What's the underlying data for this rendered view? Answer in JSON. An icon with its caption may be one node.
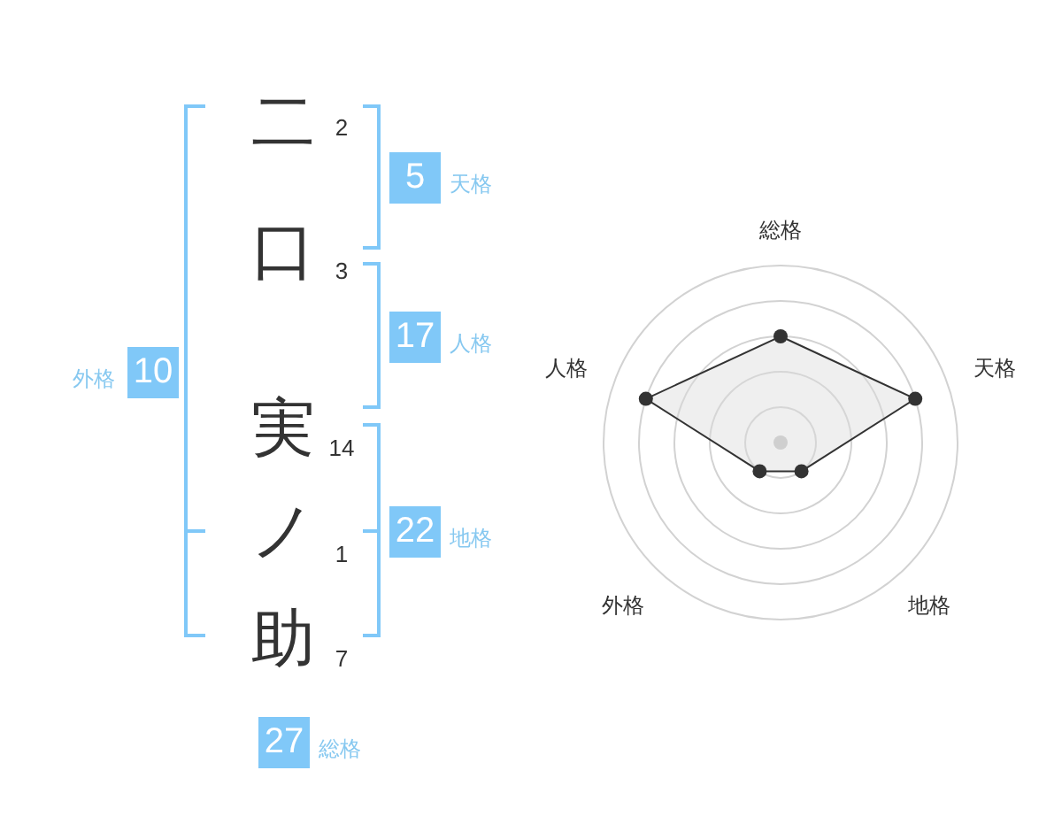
{
  "diagram": {
    "nodes": [
      {
        "text": [
          "二"
        ],
        "beside": [
          "2"
        ]
      },
      {
        "text": [
          "口"
        ],
        "beside": [
          "3"
        ]
      },
      {
        "text": [
          "実"
        ],
        "beside": [
          "14"
        ]
      },
      {
        "text": [
          "ノ"
        ],
        "beside": [
          "1"
        ]
      },
      {
        "text": [
          "助"
        ],
        "beside": [
          "7"
        ]
      },
      {
        "text": [
          "5"
        ],
        "beside": [
          "天格"
        ]
      },
      {
        "text": [
          "17"
        ],
        "beside": [
          "人格"
        ]
      },
      {
        "text": [
          "10"
        ],
        "beside": [
          "外格"
        ]
      },
      {
        "text": [
          "22"
        ],
        "beside": [
          "地格"
        ]
      },
      {
        "text": [
          "27"
        ],
        "beside": [
          "総格"
        ]
      }
    ],
    "labels": [
      "総格",
      "人格",
      "天格",
      "外格",
      "地格"
    ]
  }
}
